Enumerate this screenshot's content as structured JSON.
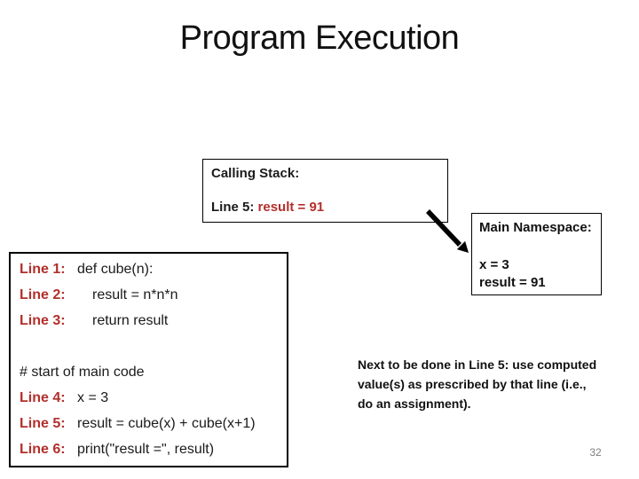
{
  "slide": {
    "title": "Program Execution",
    "page_number": "32"
  },
  "calling_stack": {
    "heading": "Calling Stack:",
    "entry_prefix": "Line 5: ",
    "entry_value": "result = 91"
  },
  "main_namespace": {
    "heading": "Main Namespace:",
    "entries": [
      "x = 3",
      "result = 91"
    ]
  },
  "code_box": {
    "lines": [
      {
        "label": "Line 1:",
        "code": "def cube(n):",
        "indent": 0
      },
      {
        "label": "Line 2:",
        "code": "result = n*n*n",
        "indent": 1
      },
      {
        "label": "Line 3:",
        "code": "return result",
        "indent": 1
      },
      {
        "label": "",
        "code": "",
        "indent": 0
      },
      {
        "label": "",
        "code": "# start of main code",
        "indent": 0
      },
      {
        "label": "Line 4:",
        "code": "x = 3",
        "indent": 0
      },
      {
        "label": "Line 5:",
        "code": "result = cube(x) + cube(x+1)",
        "indent": 0
      },
      {
        "label": "Line 6:",
        "code": "print(\"result =\", result)",
        "indent": 0
      }
    ]
  },
  "note": {
    "lines": [
      "Next to be done in Line 5: use computed",
      "value(s) as prescribed by that line (i.e.,",
      "do an assignment)."
    ]
  },
  "icons": {
    "arrow": "arrow-down-right-icon"
  },
  "colors": {
    "accent_red": "#b22f2b",
    "border_black": "#000000",
    "page_number_gray": "#7f7f7f",
    "background": "#ffffff"
  }
}
